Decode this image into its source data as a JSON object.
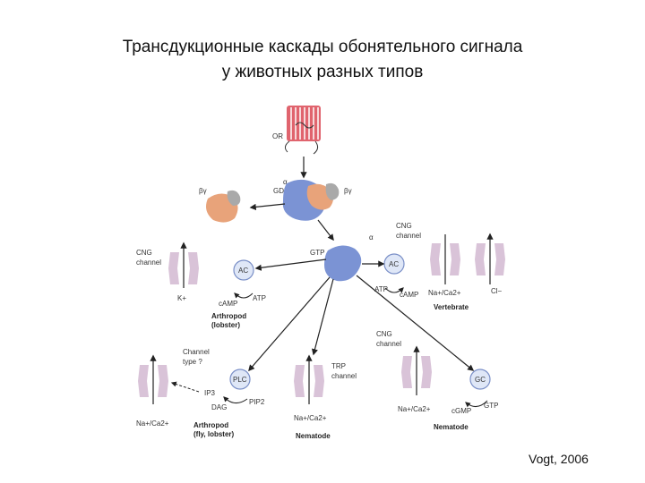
{
  "title": {
    "line1": "Трансдукционные каскады обонятельного сигнала",
    "line2": "у животных разных типов"
  },
  "credit": "Vogt, 2006",
  "labels": {
    "or": "OR",
    "alpha": "α",
    "gdp": "GDP",
    "beta_gamma": "βγ",
    "gtp": "GTP",
    "cng_channel_1": "CNG",
    "cng_channel_2": "channel",
    "ac": "AC",
    "atp": "ATP",
    "camp": "cAMP",
    "k_plus": "K+",
    "arthropod_lobster_1": "Arthropod",
    "arthropod_lobster_2": "(lobster)",
    "na_ca": "Na+/Ca2+",
    "cl_minus": "Cl−",
    "vertebrate": "Vertebrate",
    "channel_type_1": "Channel",
    "channel_type_2": "type ?",
    "plc": "PLC",
    "ip3": "IP3",
    "dag": "DAG",
    "pip2": "PIP2",
    "arthropod_fly_1": "Arthropod",
    "arthropod_fly_2": "(fly, lobster)",
    "trp_1": "TRP",
    "trp_2": "channel",
    "nematode": "Nematode",
    "gc": "GC",
    "cgmp": "cGMP",
    "na_ca_short": "Na+/Ca2+"
  },
  "colors": {
    "receptor": "#e0646e",
    "g_alpha": "#7b93d4",
    "g_beta_gamma": "#e8a37a",
    "g_gray": "#a9a9a9",
    "channel": "#d9c3d8",
    "channel_core": "#8a6c8e",
    "enzyme": "#dfe7f7",
    "enzyme_stroke": "#7a8fc7"
  }
}
